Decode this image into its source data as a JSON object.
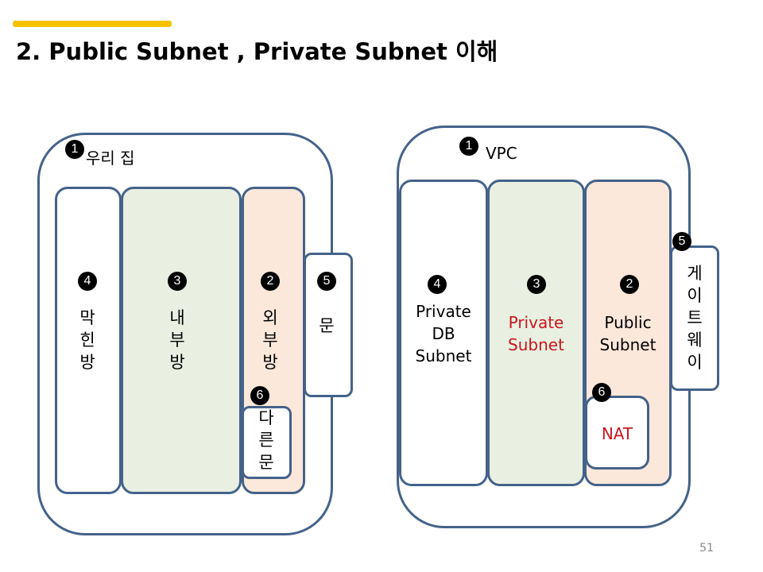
{
  "slide": {
    "title": "2. Public Subnet , Private Subnet 이해",
    "accent_color": "#f6c200",
    "page_number": "51"
  },
  "house": {
    "badge": "1",
    "label": "우리 집",
    "rooms": [
      {
        "badge": "4",
        "text": "막\n힌\n방"
      },
      {
        "badge": "3",
        "text": "내\n부\n방"
      },
      {
        "badge": "2",
        "text": "외\n부\n방"
      },
      {
        "badge": "5",
        "text": "문"
      },
      {
        "badge": "6",
        "text": "다\n른\n문"
      }
    ]
  },
  "vpc": {
    "badge": "1",
    "label": "VPC",
    "parts": [
      {
        "badge": "4",
        "text": "Private\nDB\nSubnet"
      },
      {
        "badge": "3",
        "text": "Private\nSubnet"
      },
      {
        "badge": "2",
        "text": "Public\nSubnet"
      },
      {
        "badge": "5",
        "text": "게\n이\n트\n웨\n이"
      },
      {
        "badge": "6",
        "text": "NAT"
      }
    ],
    "highlight_color": "#c8161d"
  }
}
